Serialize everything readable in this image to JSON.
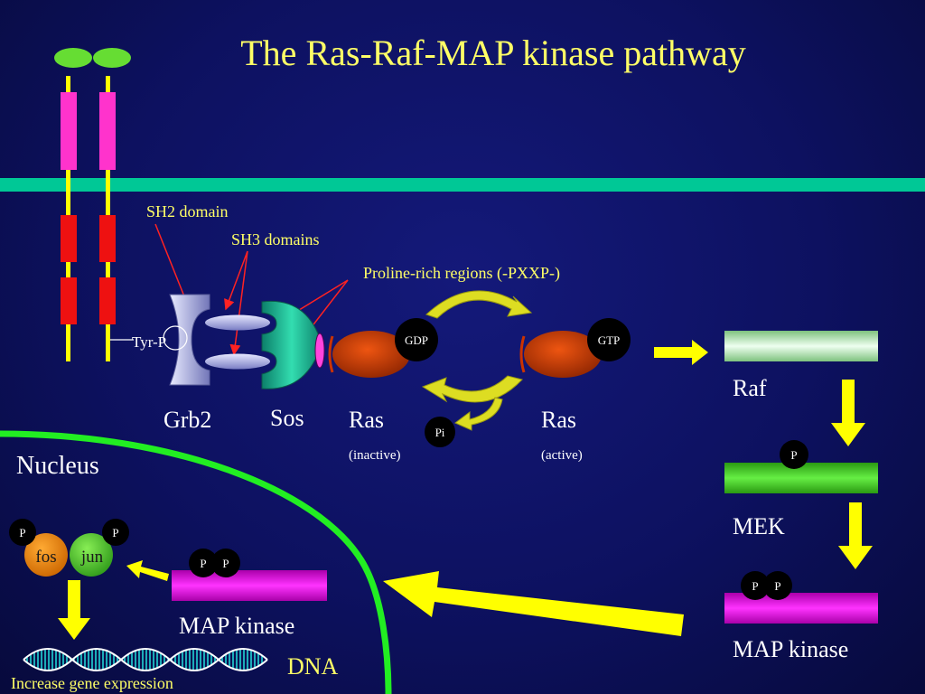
{
  "title": "The Ras-Raf-MAP kinase pathway",
  "annotations": {
    "sh2": "SH2 domain",
    "sh3": "SH3 domains",
    "proline": "Proline-rich regions (-PXXP-)",
    "tyrp": "Tyr-P"
  },
  "proteins": {
    "grb2": "Grb2",
    "sos": "Sos",
    "ras_inactive": "Ras",
    "ras_inactive_state": "(inactive)",
    "ras_active": "Ras",
    "ras_active_state": "(active)",
    "raf": "Raf",
    "mek": "MEK",
    "mapk_cyto": "MAP kinase",
    "mapk_nuc": "MAP kinase"
  },
  "badges": {
    "gdp": "GDP",
    "gtp": "GTP",
    "pi": "Pi",
    "phospho": "P"
  },
  "nucleus": {
    "label": "Nucleus",
    "fos": "fos",
    "jun": "jun",
    "dna": "DNA",
    "outcome": "Increase gene expression"
  },
  "colors": {
    "background": "#0d1160",
    "title": "#ffff66",
    "membrane": "#00c896",
    "nucleus_envelope": "#22ee22",
    "receptor_stalk": "#ffff00",
    "receptor_segment_pink": "#ff33cc",
    "receptor_segment_red": "#ee1111",
    "ligand": "#66dd33",
    "arrow": "#ffff00",
    "raf_bar": "#c9f5c9",
    "mek_bar": "#44cc22",
    "mapk_bar": "#dd00dd",
    "ras": "#cc3300",
    "sos": "#22bb99",
    "grb2": "#b8bce8"
  }
}
